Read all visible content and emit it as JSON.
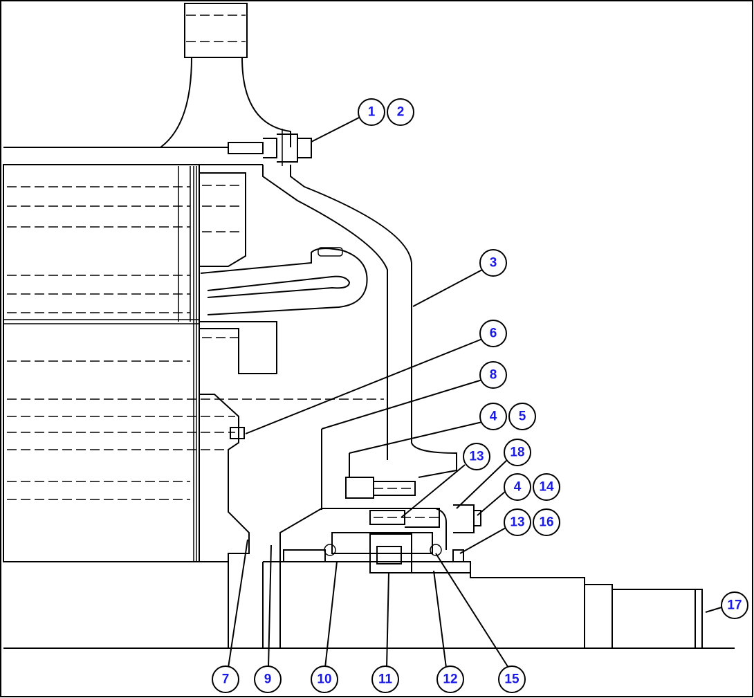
{
  "colors": {
    "callout_text": "#1a1ae6",
    "line": "#000000",
    "background": "#ffffff"
  },
  "callouts": [
    {
      "id": "c1",
      "label": "1"
    },
    {
      "id": "c2",
      "label": "2"
    },
    {
      "id": "c3",
      "label": "3"
    },
    {
      "id": "c4a",
      "label": "4"
    },
    {
      "id": "c5",
      "label": "5"
    },
    {
      "id": "c6",
      "label": "6"
    },
    {
      "id": "c8",
      "label": "8"
    },
    {
      "id": "c13a",
      "label": "13"
    },
    {
      "id": "c18",
      "label": "18"
    },
    {
      "id": "c4b",
      "label": "4"
    },
    {
      "id": "c14",
      "label": "14"
    },
    {
      "id": "c13b",
      "label": "13"
    },
    {
      "id": "c16",
      "label": "16"
    },
    {
      "id": "c17",
      "label": "17"
    },
    {
      "id": "c7",
      "label": "7"
    },
    {
      "id": "c9",
      "label": "9"
    },
    {
      "id": "c10",
      "label": "10"
    },
    {
      "id": "c11",
      "label": "11"
    },
    {
      "id": "c12",
      "label": "12"
    },
    {
      "id": "c15",
      "label": "15"
    }
  ]
}
